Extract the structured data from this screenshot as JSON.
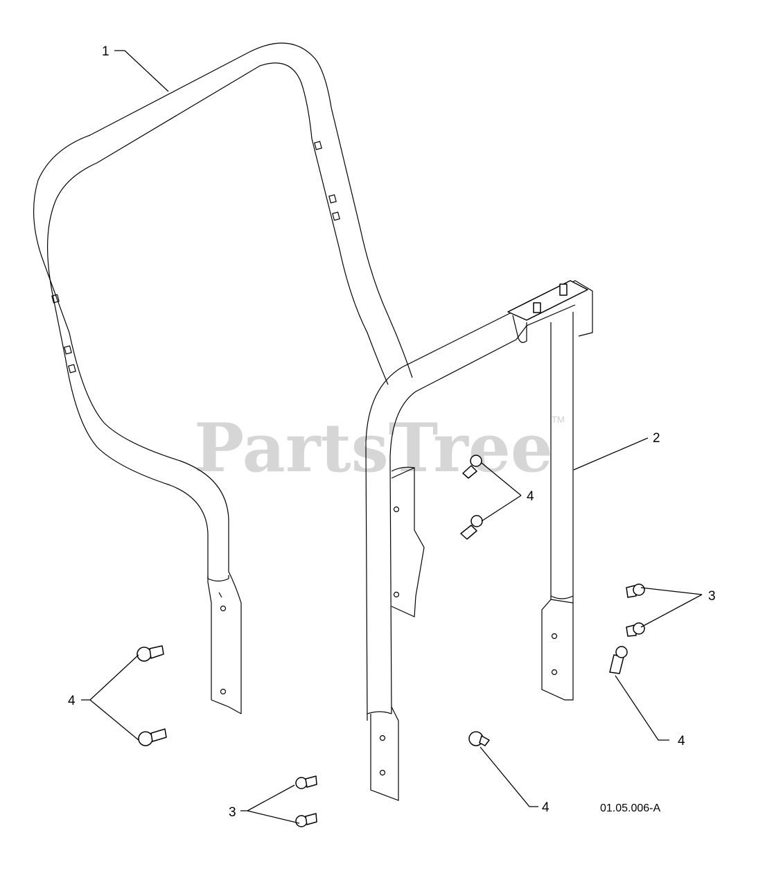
{
  "watermark": {
    "brand": "PartsTree",
    "trademark": "TM"
  },
  "figure_id": "01.05.006-A",
  "callouts": {
    "c1": "1",
    "c2": "2",
    "c3_right": "3",
    "c3_bottom": "3",
    "c4_left": "4",
    "c4_center_upper": "4",
    "c4_right": "4",
    "c4_bottom": "4"
  },
  "parts": [
    {
      "ref": "1",
      "icon": "loop-handle-bar"
    },
    {
      "ref": "2",
      "icon": "u-handle-frame"
    },
    {
      "ref": "3",
      "icon": "flange-bolt"
    },
    {
      "ref": "4",
      "icon": "self-tapping-screw"
    }
  ]
}
